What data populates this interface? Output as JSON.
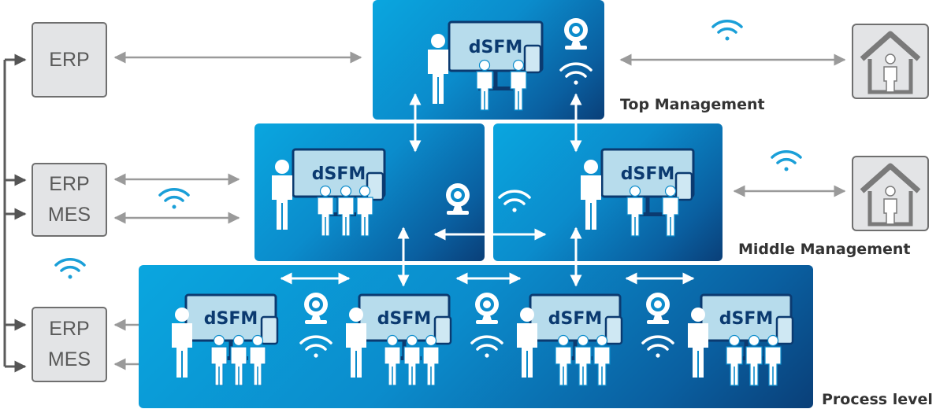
{
  "systems": {
    "top": "ERP",
    "middle": [
      "ERP",
      "MES"
    ],
    "bottom": [
      "ERP",
      "MES"
    ]
  },
  "levels": {
    "top": "Top Management",
    "middle": "Middle Management",
    "process": "Process level"
  },
  "screen_label": "dSFM",
  "colors": {
    "panel_light": "#0aa6df",
    "panel_dark": "#0a3f78",
    "wifi": "#1a9fd8",
    "arrow_gray": "#9a9a9a",
    "system_box": "#e3e4e6"
  },
  "icons": [
    "person-icon",
    "display-board-icon",
    "tablet-icon",
    "webcam-icon",
    "wifi-icon",
    "home-office-icon",
    "double-arrow-icon"
  ]
}
